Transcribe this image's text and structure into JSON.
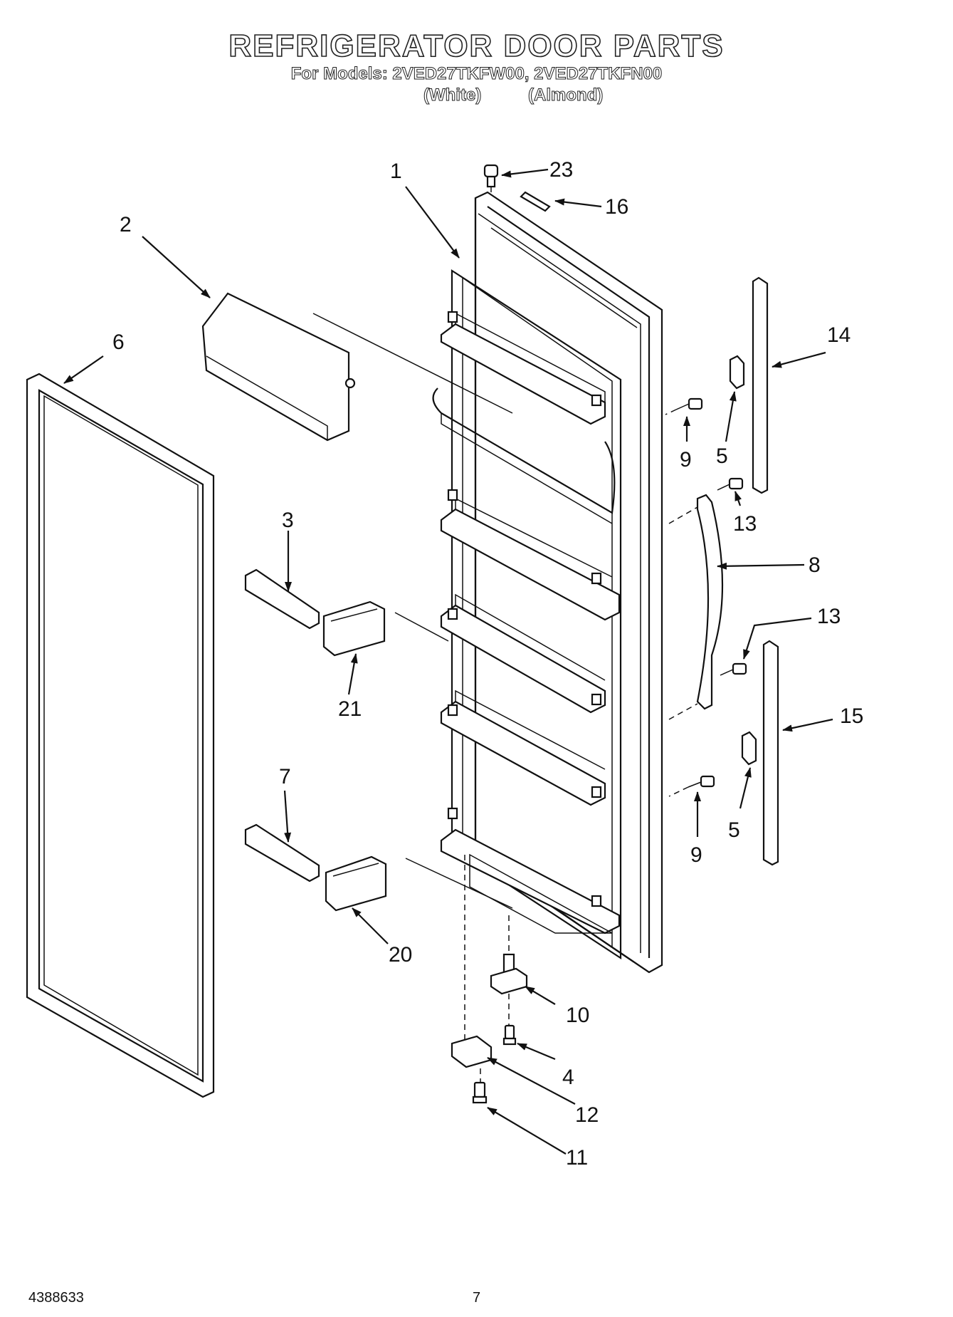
{
  "header": {
    "title": "REFRIGERATOR DOOR PARTS",
    "models_line": "For Models: 2VED27TKFW00, 2VED27TKFN00",
    "variant_white": "(White)",
    "variant_almond": "(Almond)"
  },
  "callouts": [
    {
      "id": "c1",
      "label": "1"
    },
    {
      "id": "c2",
      "label": "2"
    },
    {
      "id": "c3",
      "label": "3"
    },
    {
      "id": "c4",
      "label": "4"
    },
    {
      "id": "c5a",
      "label": "5"
    },
    {
      "id": "c5b",
      "label": "5"
    },
    {
      "id": "c6",
      "label": "6"
    },
    {
      "id": "c7",
      "label": "7"
    },
    {
      "id": "c8",
      "label": "8"
    },
    {
      "id": "c9a",
      "label": "9"
    },
    {
      "id": "c9b",
      "label": "9"
    },
    {
      "id": "c10",
      "label": "10"
    },
    {
      "id": "c11",
      "label": "11"
    },
    {
      "id": "c12",
      "label": "12"
    },
    {
      "id": "c13a",
      "label": "13"
    },
    {
      "id": "c13b",
      "label": "13"
    },
    {
      "id": "c14",
      "label": "14"
    },
    {
      "id": "c15",
      "label": "15"
    },
    {
      "id": "c16",
      "label": "16"
    },
    {
      "id": "c20",
      "label": "20"
    },
    {
      "id": "c21",
      "label": "21"
    },
    {
      "id": "c23",
      "label": "23"
    }
  ],
  "footer": {
    "doc_number": "4388633",
    "page_number": "7"
  }
}
